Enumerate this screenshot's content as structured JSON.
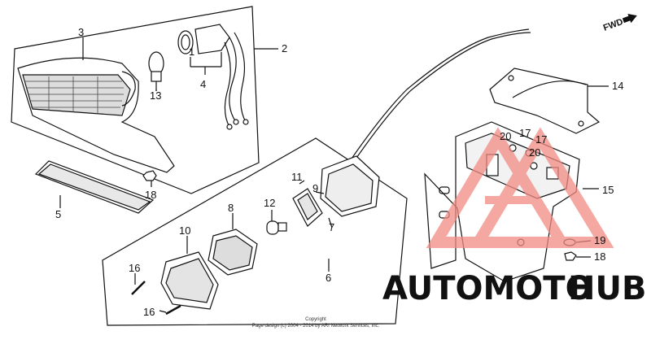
{
  "diagram": {
    "direction_label": "FWD",
    "callouts": {
      "c1": "1",
      "c2": "2",
      "c3": "3",
      "c4": "4",
      "c5": "5",
      "c6": "6",
      "c7": "7",
      "c8": "8",
      "c9": "9",
      "c10": "10",
      "c11": "11",
      "c12": "12",
      "c13": "13",
      "c14": "14",
      "c15": "15",
      "c16a": "16",
      "c16b": "16",
      "c17a": "17",
      "c17b": "17",
      "c18a": "18",
      "c18b": "18",
      "c19": "19",
      "c20a": "20",
      "c20b": "20"
    },
    "copyright_line1": "Copyright",
    "copyright_line2": "Page design (c) 2004 - 2014 by ARI Network Services, Inc."
  },
  "watermark": {
    "part1": "AUTOMOTO",
    "part2": "HUB",
    "color_primary": "#f7b267",
    "color_secondary": "#5b5b5b",
    "logo_color": "#f28b82"
  }
}
